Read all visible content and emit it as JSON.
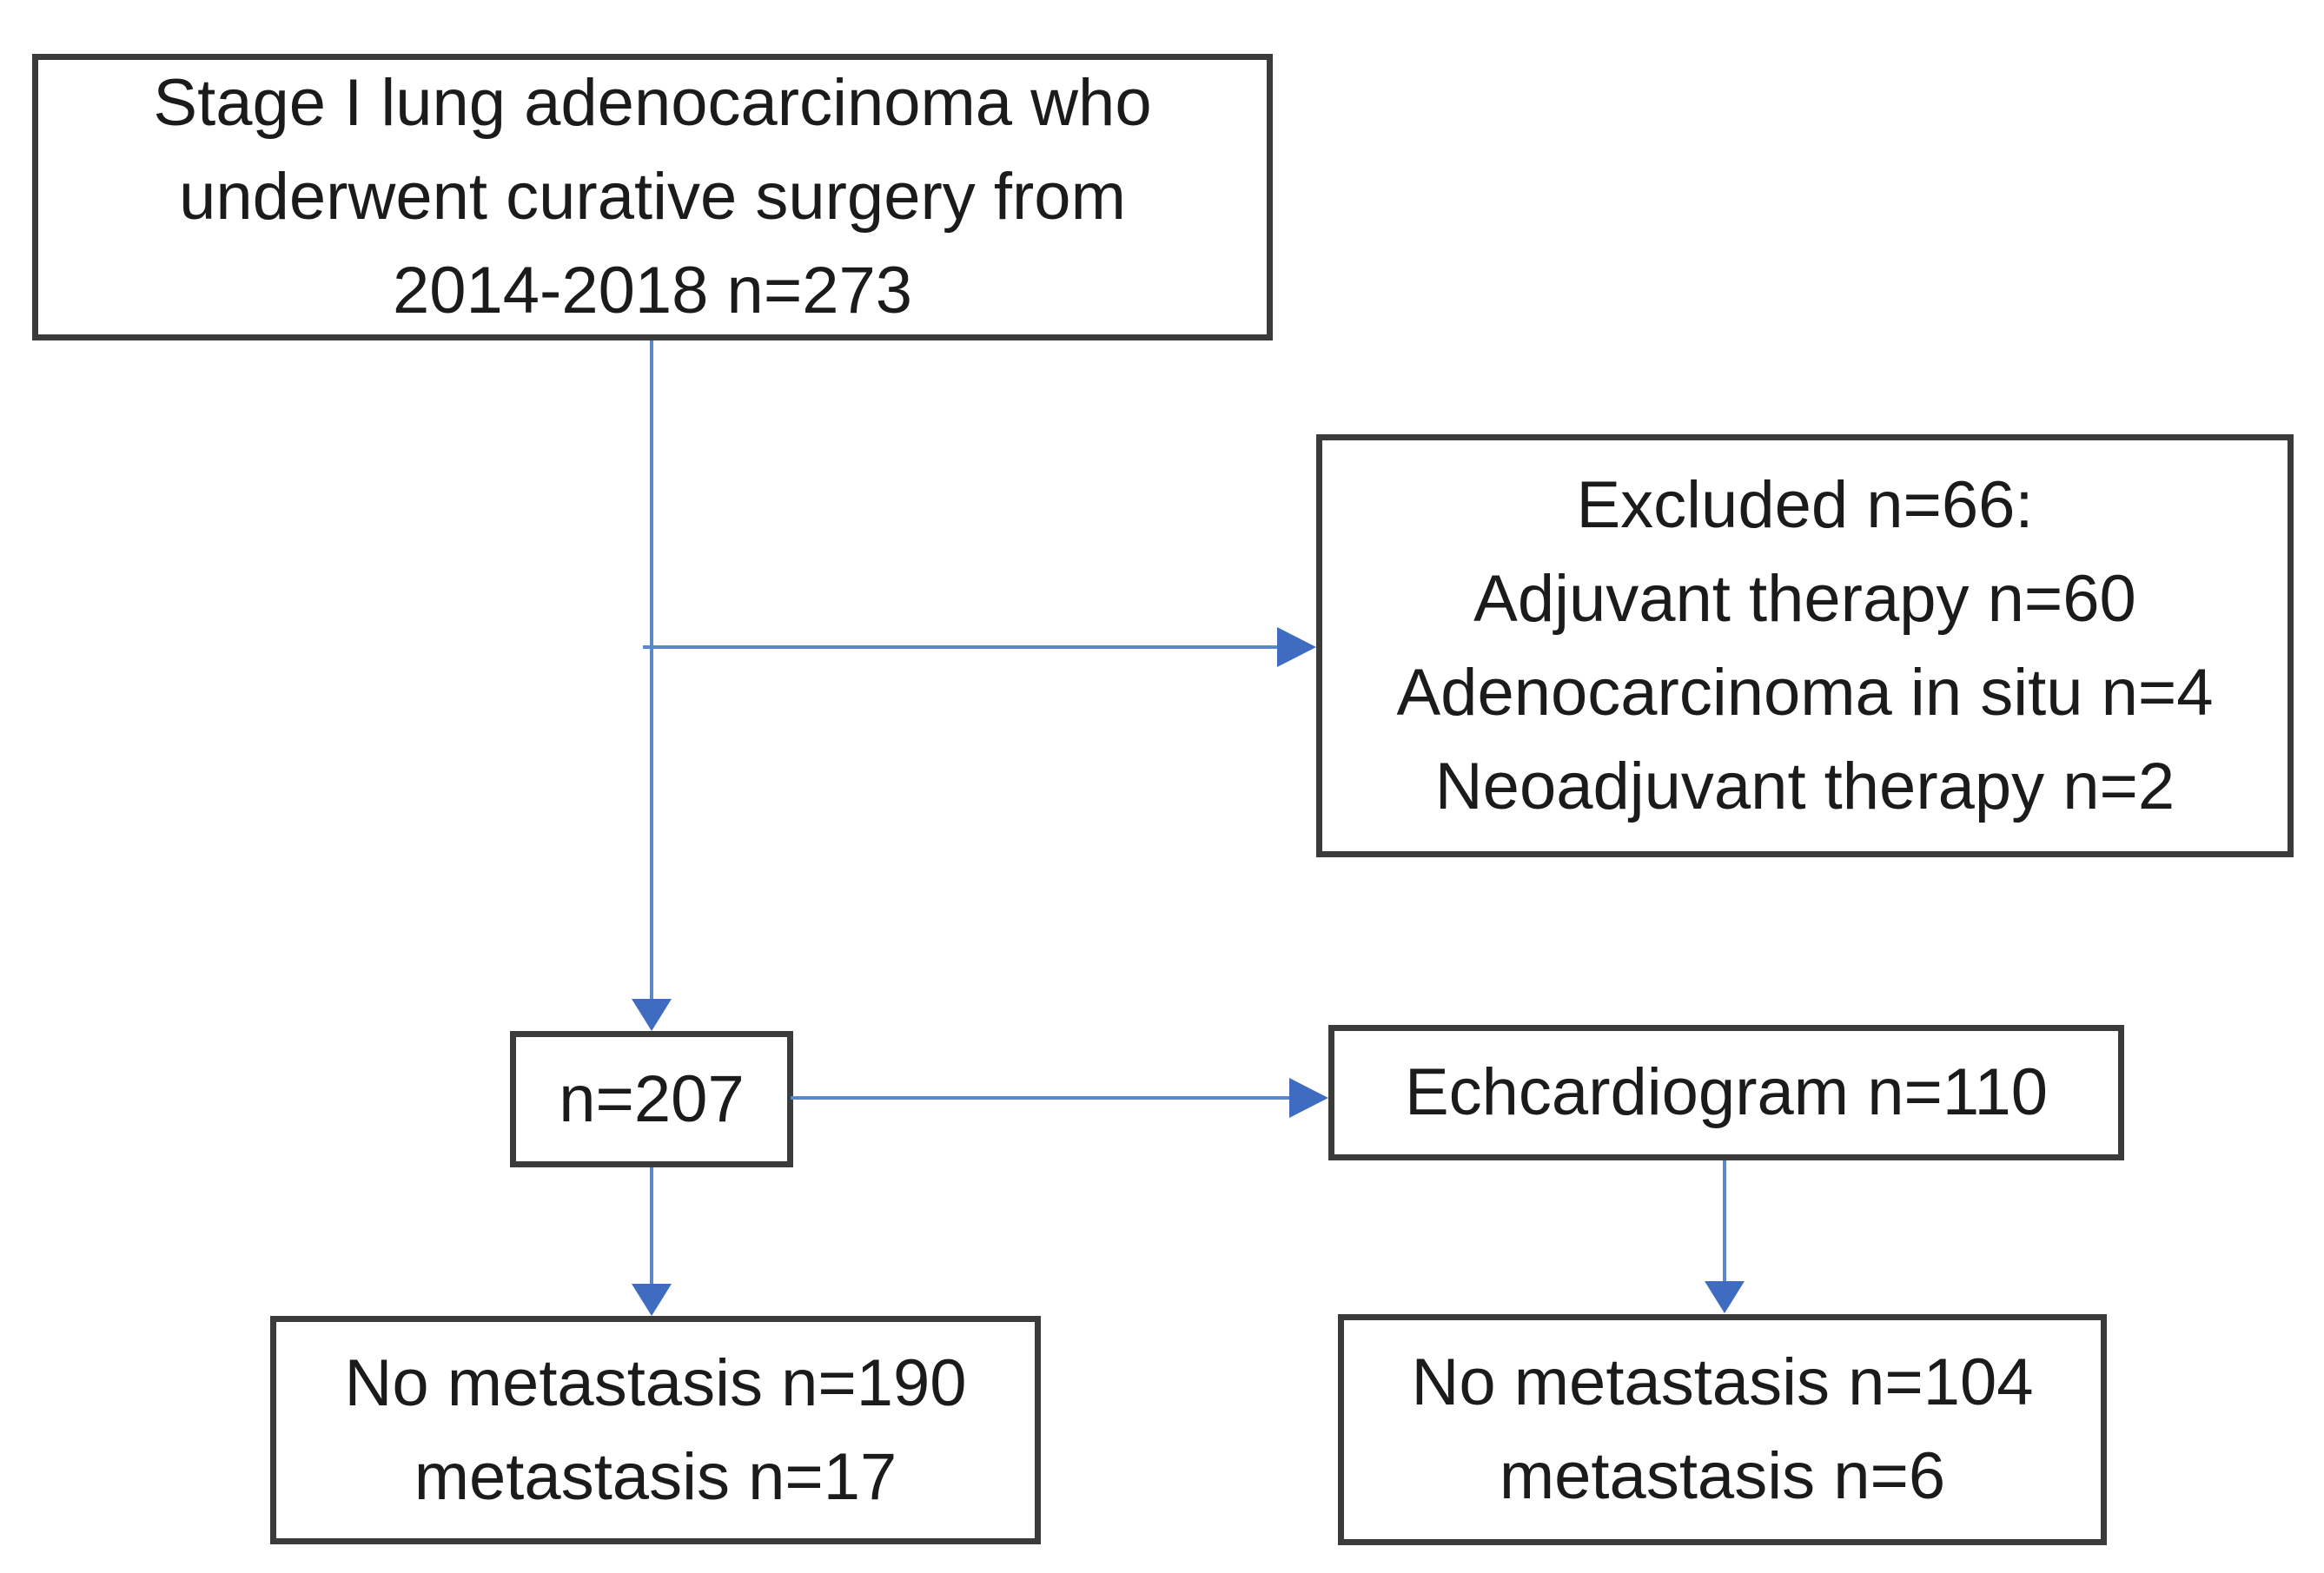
{
  "nodes": {
    "cohort": {
      "lines": [
        "Stage I lung adenocarcinoma who",
        "underwent curative surgery from",
        "2014-2018 n=273"
      ]
    },
    "excluded": {
      "lines": [
        "Excluded n=66:",
        "Adjuvant therapy n=60",
        "Adenocarcinoma in situ n=4",
        "Neoadjuvant therapy n=2"
      ]
    },
    "n207": {
      "lines": [
        "n=207"
      ]
    },
    "echocardiogram": {
      "lines": [
        "Echcardiogram n=110"
      ]
    },
    "outcome_left": {
      "lines": [
        "No metastasis n=190",
        "metastasis n=17"
      ]
    },
    "outcome_right": {
      "lines": [
        "No metastasis n=104",
        "metastasis n=6"
      ]
    }
  },
  "colors": {
    "background": "#ffffff",
    "box_border": "#3b3b3b",
    "text": "#1b1b1b",
    "connector": "#5b87cf",
    "arrowhead": "#3f6cc0"
  }
}
